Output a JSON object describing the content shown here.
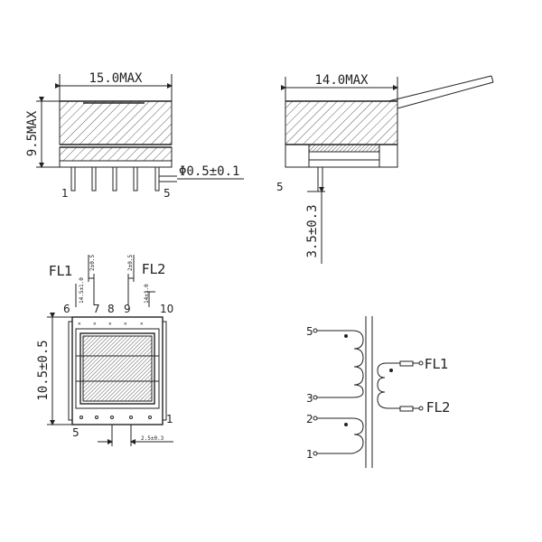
{
  "front_view": {
    "width_label": "15.0MAX",
    "height_label": "9.5MAX",
    "pin_diameter_label": "Φ0.5±0.1",
    "pin_left_label": "1",
    "pin_right_label": "5"
  },
  "side_view": {
    "width_label": "14.0MAX",
    "pin_label": "5",
    "pin_length_label": "3.5±0.3"
  },
  "bottom_view": {
    "fl1_label": "FL1",
    "fl2_label": "FL2",
    "pitch_left_label": "2±0.5",
    "pitch_right_label": "2±0.5",
    "offset_left_label": "14.5±1.0",
    "offset_right_label": "14±1.0",
    "top_pins": [
      "6",
      "7",
      "8",
      "9",
      "10"
    ],
    "height_label": "10.5±0.5",
    "bottom_left_pin": "5",
    "bottom_right_pin": "1",
    "bottom_pitch_label": "2.5±0.3"
  },
  "schematic": {
    "primary_pins": [
      "5",
      "3"
    ],
    "secondary_pins": [
      "2",
      "1"
    ],
    "fl1_label": "FL1",
    "fl2_label": "FL2"
  }
}
